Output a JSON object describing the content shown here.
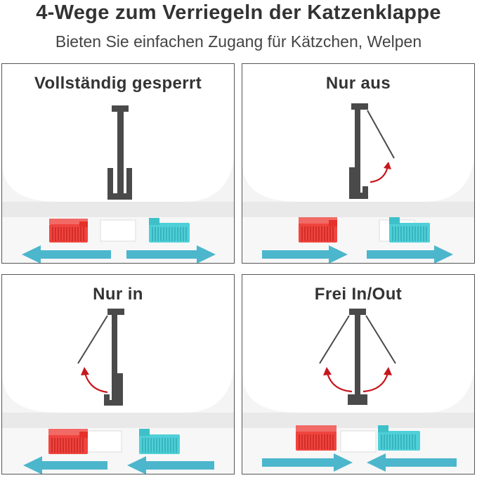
{
  "header": {
    "title": "4-Wege zum Verriegeln der Katzenklappe",
    "subtitle": "Bieten Sie einfachen Zugang für Kätzchen, Welpen"
  },
  "modes": [
    {
      "label": "Vollständig gesperrt",
      "lock_state": "locked",
      "flap": "closed"
    },
    {
      "label": "Nur aus",
      "lock_state": "out-only",
      "flap": "swings-out"
    },
    {
      "label": "Nur in",
      "lock_state": "in-only",
      "flap": "swings-in"
    },
    {
      "label": "Frei In/Out",
      "lock_state": "free",
      "flap": "swings-both"
    }
  ],
  "colors": {
    "red_lock": "#f0443f",
    "blue_lock": "#4fd0d8",
    "arrow": "#4cb6cc",
    "flap_dark": "#4a4a4a",
    "curve_arrow": "#c8161d"
  }
}
